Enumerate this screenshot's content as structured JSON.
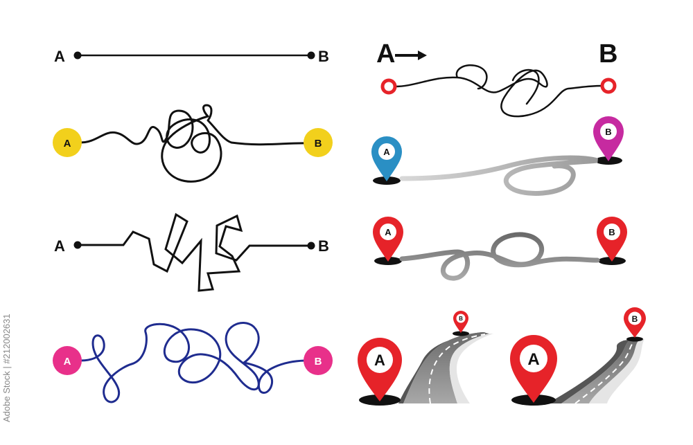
{
  "labels": {
    "a": "A",
    "b": "B"
  },
  "stock_id": "Adobe Stock | #212002631",
  "colors": {
    "ink": "#111111",
    "yellow": "#f2d01c",
    "pink": "#e8308a",
    "navy": "#1f2c8f",
    "red": "#e62329",
    "blue_pin": "#2a8fc4",
    "magenta_pin": "#c62aa0",
    "road_gray": "#888888"
  },
  "icons": [
    "start-point-dot",
    "end-point-dot",
    "map-pin-icon",
    "arrow-icon",
    "road-icon"
  ]
}
